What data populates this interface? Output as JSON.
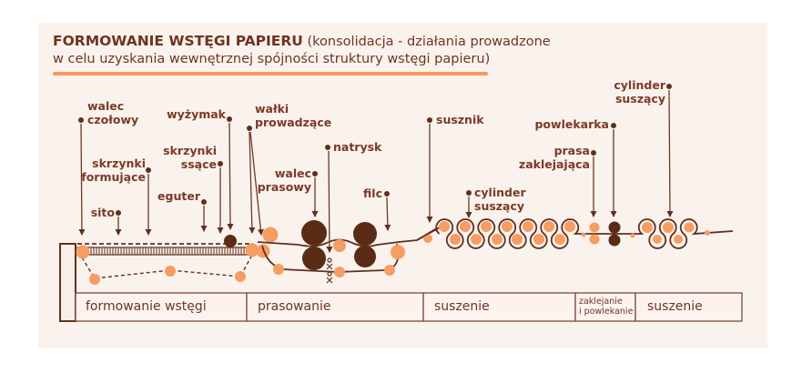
{
  "title": {
    "heading": "FORMOWANIE WSTĘGI PAPIERU",
    "subtitle1": " (konsolidacja - działania prowadzone",
    "subtitle2": "w celu uzyskania wewnętrznej spójności struktury wstęgi papieru)"
  },
  "labels": {
    "walec_czolowy": "walec\nczołowy",
    "skrzynki_formujace": "skrzynki\nformujące",
    "sito": "sito",
    "wyzymak": "wyżymak",
    "skrzynki_ssace": "skrzynki\nssące",
    "eguter": "eguter",
    "walki_prowadzace": "wałki\nprowadzące",
    "natrysk": "natrysk",
    "walec_prasowy": "walec\nprasowy",
    "filc": "filc",
    "susznik": "susznik",
    "cylinder_suszacy_1": "cylinder\nsuszący",
    "powlekarka": "powlekarka",
    "prasa_zaklejajaca": "prasa\nzaklejająca",
    "cylinder_suszacy_2": "cylinder\nsuszący"
  },
  "sections": [
    {
      "label": "formowanie wstęgi"
    },
    {
      "label": "prasowanie"
    },
    {
      "label": "suszenie"
    },
    {
      "label": "zaklejanie\ni powlekanie"
    },
    {
      "label": "suszenie"
    }
  ],
  "colors": {
    "panel_background": "#faf2ec",
    "accent_orange": "#f5995f",
    "roller_orange": "#f59d62",
    "dark_brown": "#5f3020",
    "label_maroon": "#7b3a27"
  }
}
